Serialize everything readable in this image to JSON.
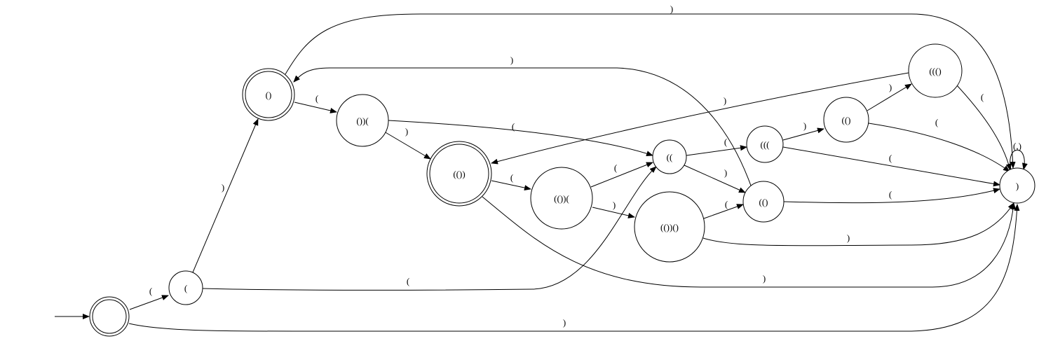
{
  "diagram": {
    "type": "state-machine",
    "nodes": [
      {
        "id": "start",
        "label": "",
        "accepting": true
      },
      {
        "id": "n1",
        "label": "(",
        "accepting": false
      },
      {
        "id": "n2",
        "label": "()",
        "accepting": true
      },
      {
        "id": "n3",
        "label": "())(",
        "accepting": false
      },
      {
        "id": "n4",
        "label": "(())",
        "accepting": true
      },
      {
        "id": "n5",
        "label": "(())(",
        "accepting": false
      },
      {
        "id": "n6",
        "label": "((",
        "accepting": false
      },
      {
        "id": "n7",
        "label": "(())()",
        "accepting": false
      },
      {
        "id": "n8",
        "label": "(((",
        "accepting": false
      },
      {
        "id": "n9",
        "label": "(()",
        "accepting": false
      },
      {
        "id": "n10",
        "label": "((()",
        "accepting": false
      },
      {
        "id": "n11",
        "label": "(()",
        "accepting": false
      },
      {
        "id": "sink",
        "label": ")",
        "accepting": false
      }
    ],
    "edges": [
      {
        "id": "e_start_n1",
        "from": "start",
        "to": "n1",
        "label": "("
      },
      {
        "id": "e_start_sink",
        "from": "start",
        "to": "sink",
        "label": ")"
      },
      {
        "id": "e_n1_n2",
        "from": "n1",
        "to": "n2",
        "label": ")"
      },
      {
        "id": "e_n1_n6",
        "from": "n1",
        "to": "n6",
        "label": "("
      },
      {
        "id": "e_n2_n3",
        "from": "n2",
        "to": "n3",
        "label": "("
      },
      {
        "id": "e_n2_sink",
        "from": "n2",
        "to": "sink",
        "label": ")"
      },
      {
        "id": "e_n3_n4",
        "from": "n3",
        "to": "n4",
        "label": ")"
      },
      {
        "id": "e_n3_n6",
        "from": "n3",
        "to": "n6",
        "label": "("
      },
      {
        "id": "e_n4_n5",
        "from": "n4",
        "to": "n5",
        "label": "("
      },
      {
        "id": "e_n4_sink",
        "from": "n4",
        "to": "sink",
        "label": ")"
      },
      {
        "id": "e_n5_n6",
        "from": "n5",
        "to": "n6",
        "label": "("
      },
      {
        "id": "e_n5_n7",
        "from": "n5",
        "to": "n7",
        "label": ")"
      },
      {
        "id": "e_n6_n8",
        "from": "n6",
        "to": "n8",
        "label": "("
      },
      {
        "id": "e_n6_n11",
        "from": "n6",
        "to": "n11",
        "label": ")"
      },
      {
        "id": "e_n7_n11",
        "from": "n7",
        "to": "n11",
        "label": "("
      },
      {
        "id": "e_n7_sink",
        "from": "n7",
        "to": "sink",
        "label": ")"
      },
      {
        "id": "e_n8_n9",
        "from": "n8",
        "to": "n9",
        "label": ")"
      },
      {
        "id": "e_n8_sink",
        "from": "n8",
        "to": "sink",
        "label": "("
      },
      {
        "id": "e_n9_n10",
        "from": "n9",
        "to": "n10",
        "label": ")"
      },
      {
        "id": "e_n9_sink",
        "from": "n9",
        "to": "sink",
        "label": "("
      },
      {
        "id": "e_n10_n4",
        "from": "n10",
        "to": "n4",
        "label": ")"
      },
      {
        "id": "e_n10_sink",
        "from": "n10",
        "to": "sink",
        "label": "("
      },
      {
        "id": "e_n11_n2",
        "from": "n11",
        "to": "n2",
        "label": ")"
      },
      {
        "id": "e_n11_sink",
        "from": "n11",
        "to": "sink",
        "label": "("
      },
      {
        "id": "e_sink_loop",
        "from": "sink",
        "to": "sink",
        "label": "(,)"
      }
    ]
  }
}
